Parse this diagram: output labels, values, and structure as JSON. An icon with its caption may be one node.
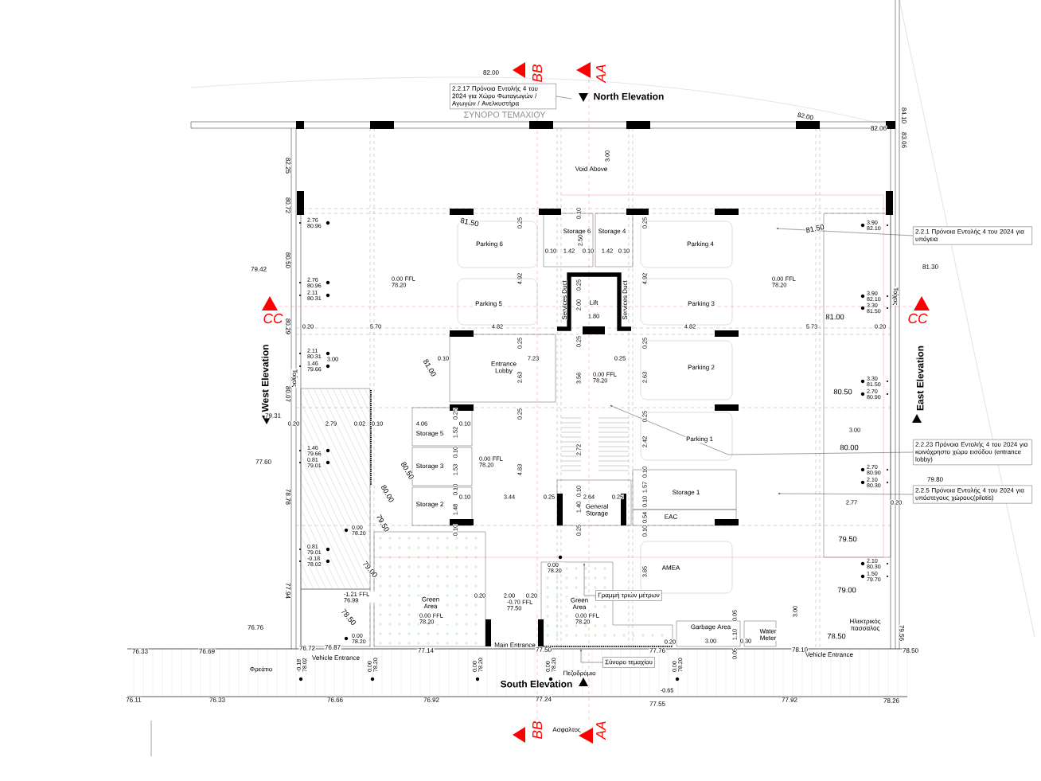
{
  "diagram": {
    "nodes": [
      {
        "text": [
          "2.2.17 Πρόνοια Εντολής 4 του 2024 για Χώρο Φωταγωγών / Αγωγών / Ανελκυστήρα"
        ]
      },
      {
        "text": [
          "2.2.1 Πρόνοια Εντολής 4 του 2024 για υπόγεια"
        ]
      },
      {
        "text": [
          "2.2.23 Πρόνοια Εντολής 4 του 2024 για κοινόχρηστο χώρο εισόδου (entrance lobby)"
        ]
      },
      {
        "text": [
          "2.2.5 Πρόνοια Εντολής 4 του 2024 για υπόστεγους χώρους(pilotis)"
        ]
      },
      {
        "text": [
          "Γραμμή τριών μέτρων"
        ]
      },
      {
        "text": [
          "Σύνορο τεμαχίου"
        ]
      }
    ],
    "edges": [
      {
        "from": 0,
        "to": null,
        "arrow": "none"
      },
      {
        "from": 1,
        "to": null,
        "arrow": "to"
      },
      {
        "from": 2,
        "to": null,
        "arrow": "to"
      },
      {
        "from": 3,
        "to": null,
        "arrow": "to"
      },
      {
        "from": 4,
        "to": null,
        "arrow": "to"
      },
      {
        "from": 5,
        "to": null,
        "arrow": "to"
      }
    ],
    "labels": [
      "82.00",
      "BB",
      "AA",
      "North Elevation",
      "ΣΥΝΟΡΟ ΤΕΜΑΧΙΟΥ",
      "82.00",
      "84.10",
      "82.06",
      "83.06",
      "3.00",
      "82.25",
      "Void Above",
      "80.72",
      "0.10",
      "2.76 80.96",
      "81.50",
      "0.25",
      "0.25",
      "81.50",
      "3.90 82.10",
      "Storage 6",
      "Storage 4",
      "Parking 6",
      "2.50",
      "Parking 4",
      "0.10",
      "1.42",
      "0.10",
      "1.42",
      "0.10",
      "80.50",
      "79.42",
      "81.30",
      "2.76 80.96",
      "0.00 FFL 78.20",
      "4.92",
      "0.25",
      "4.92",
      "0.00 FFL 78.20",
      "2.11 80.31",
      "3.90 82.10",
      "Τοίχος",
      "Parking 5",
      "Services Duct",
      "2.00",
      "Lift",
      "Services Duct",
      "Parking 3",
      "3.30 81.50",
      "CC",
      "1.80",
      "81.00",
      "CC",
      "80.29",
      "0.20",
      "5.70",
      "4.82",
      "4.82",
      "5.73",
      "0.20",
      "0.25",
      "0.25",
      "0.25",
      "2.11 80.31",
      "3.00",
      "0.10",
      "7.23",
      "0.25",
      "1.46 79.66",
      "81.00",
      "Entrance Lobby",
      "Parking 2",
      "West Elevation",
      "Τοίχος",
      "2.63",
      "3.56",
      "0.00 FFL 78.20",
      "2.63",
      "3.30 81.50",
      "East Elevation",
      "80.07",
      "80.50",
      "2.70 80.90",
      "79.31",
      "0.25",
      "0.25",
      "0.25",
      "0.20",
      "2.79",
      "0.02",
      "0.10",
      "4.06",
      "0.10",
      "Storage 5",
      "1.52",
      "3.00",
      "2.42",
      "Parking 1",
      "1.46 79.66",
      "0.10",
      "2.72",
      "80.00",
      "77.60",
      "0.81 79.01",
      "0.00 FFL 78.20",
      "80.50",
      "Storage 3",
      "1.53",
      "4.83",
      "0.10",
      "2.70 80.90",
      "2.10 80.30",
      "79.80",
      "80.00",
      "0.10",
      "0.10",
      "1.57",
      "Storage 1",
      "78.78",
      "0.10",
      "3.44",
      "0.25",
      "2.64",
      "0.25",
      "2.77",
      "0.20",
      "Storage 2",
      "1.48",
      "1.40",
      "General Storage",
      "0.10",
      "79.50",
      "0.54",
      "EAC",
      "0.00 78.20",
      "0.10",
      "0.25",
      "0.10",
      "79.50",
      "0.81 79.01",
      "-0.18 78.02",
      "79.00",
      "0.00 78.20",
      "3.85",
      "AMEA",
      "2.10 80.30",
      "1.50 79.70",
      "77.94",
      "79.00",
      "-1.21 FFL 76.99",
      "Green Area",
      "0.20",
      "2.00",
      "-0.70 FFL 77.50",
      "0.20",
      "Green Area",
      "78.50",
      "0.00 FFL 78.20",
      "0.00 FFL 78.20",
      "0.05",
      "3.00",
      "76.76",
      "Garbage Area",
      "Ηλεκτρικός πασσαλος",
      "0.00 78.20",
      "Main Entrance",
      "0.20",
      "3.00",
      "1.10",
      "0.30",
      "Water Meter",
      "78.50",
      "79.56",
      "76.33",
      "76.69",
      "76.72",
      "76.87",
      "Vehicle Entrance",
      "77.14",
      "77.50",
      "77.76",
      "0.05",
      "78.10",
      "Vehicle Entrance",
      "78.50",
      "-0.18 78.02",
      "0.00 78.20",
      "0.00 78.20",
      "0.00 78.20",
      "0.00 78.20",
      "Φρεάτιο",
      "Πεζοδρόμιο",
      "South Elevation",
      "-0.65",
      "76.11",
      "76.33",
      "76.66",
      "76.92",
      "77.24",
      "77.55",
      "77.92",
      "78.26",
      "BB",
      "Ασφαλτος",
      "AA"
    ]
  }
}
